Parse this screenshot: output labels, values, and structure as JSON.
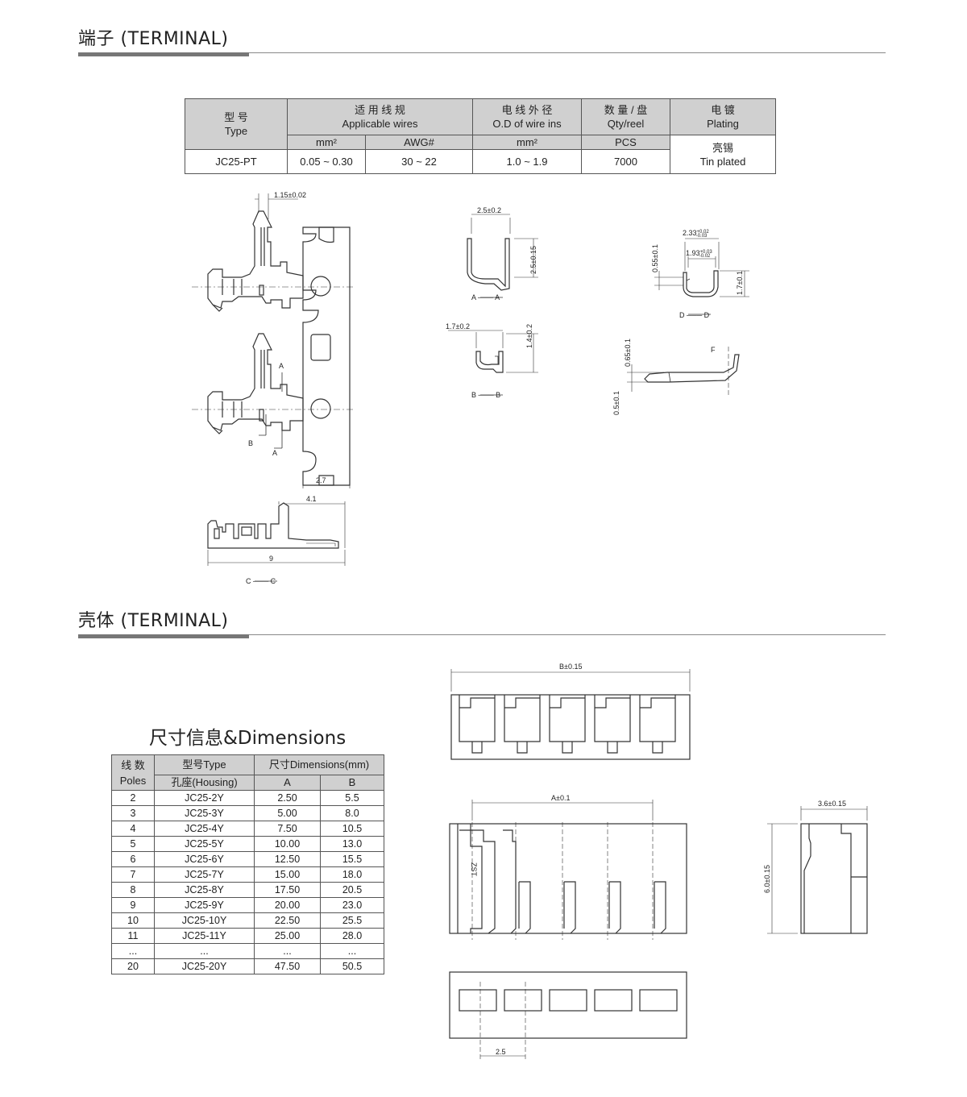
{
  "section1": {
    "title": "端子 (TERMINAL)"
  },
  "section2": {
    "title": "壳体 (TERMINAL)"
  },
  "terminal_table": {
    "type_cn": "型 号",
    "type_en": "Type",
    "wires_cn": "适 用 线 规",
    "wires_en": "Applicable wires",
    "od_cn": "电 线 外 径",
    "od_en": "O.D of wire ins",
    "qty_cn": "数 量 / 盘",
    "qty_en": "Qty/reel",
    "plating_cn": "电 镀",
    "plating_en": "Plating",
    "unit_mm2": "mm²",
    "unit_awg": "AWG#",
    "unit_od": "mm²",
    "unit_pcs": "PCS",
    "plating_value_cn": "亮锡",
    "plating_value_en": "Tin plated",
    "row": {
      "type": "JC25-PT",
      "mm2": "0.05 ~ 0.30",
      "awg": "30 ~ 22",
      "od": "1.0 ~ 1.9",
      "qty": "7000"
    }
  },
  "terminal_drawing": {
    "dim_top": "1.15±0.02",
    "dim_27": "2.7",
    "dim_41": "4.1",
    "dim_9": "9",
    "label_a": "A",
    "label_b": "B",
    "label_cc": "C ─── C",
    "aa_width": "2.5±0.2",
    "aa_height": "2.5±0.15",
    "aa_label": "A ─── A",
    "bb_width": "1.7±0.2",
    "bb_height": "1.4±0.2",
    "bb_label": "B ─── B",
    "dd_w1": "2.33",
    "dd_w1_tol_up": "+0.02",
    "dd_w1_tol_dn": "-0.03",
    "dd_w2": "1.93",
    "dd_w2_tol_up": "+0.03",
    "dd_w2_tol_dn": "-0.02",
    "dd_left": "0.55±0.1",
    "dd_right": "1.7±0.1",
    "dd_label": "D ─── D",
    "f_label": "F",
    "f_upper": "0.65±0.1",
    "f_lower": "0.5±0.1"
  },
  "dimensions": {
    "title": "尺寸信息&Dimensions",
    "h_poles_cn": "线 数",
    "h_poles_en": "Poles",
    "h_type": "型号Type",
    "h_housing": "孔座(Housing)",
    "h_dims": "尺寸Dimensions(mm)",
    "h_a": "A",
    "h_b": "B",
    "rows": [
      [
        "2",
        "JC25-2Y",
        "2.50",
        "5.5"
      ],
      [
        "3",
        "JC25-3Y",
        "5.00",
        "8.0"
      ],
      [
        "4",
        "JC25-4Y",
        "7.50",
        "10.5"
      ],
      [
        "5",
        "JC25-5Y",
        "10.00",
        "13.0"
      ],
      [
        "6",
        "JC25-6Y",
        "12.50",
        "15.5"
      ],
      [
        "7",
        "JC25-7Y",
        "15.00",
        "18.0"
      ],
      [
        "8",
        "JC25-8Y",
        "17.50",
        "20.5"
      ],
      [
        "9",
        "JC25-9Y",
        "20.00",
        "23.0"
      ],
      [
        "10",
        "JC25-10Y",
        "22.50",
        "25.5"
      ],
      [
        "11",
        "JC25-11Y",
        "25.00",
        "28.0"
      ],
      [
        "...",
        "...",
        "...",
        "..."
      ],
      [
        "20",
        "JC25-20Y",
        "47.50",
        "50.5"
      ]
    ]
  },
  "housing_drawing": {
    "dim_b": "B±0.15",
    "dim_a": "A±0.1",
    "dim_side_w": "3.6±0.15",
    "dim_side_h": "6.0±0.15",
    "dim_pitch": "2.5",
    "marking": "ZST"
  }
}
